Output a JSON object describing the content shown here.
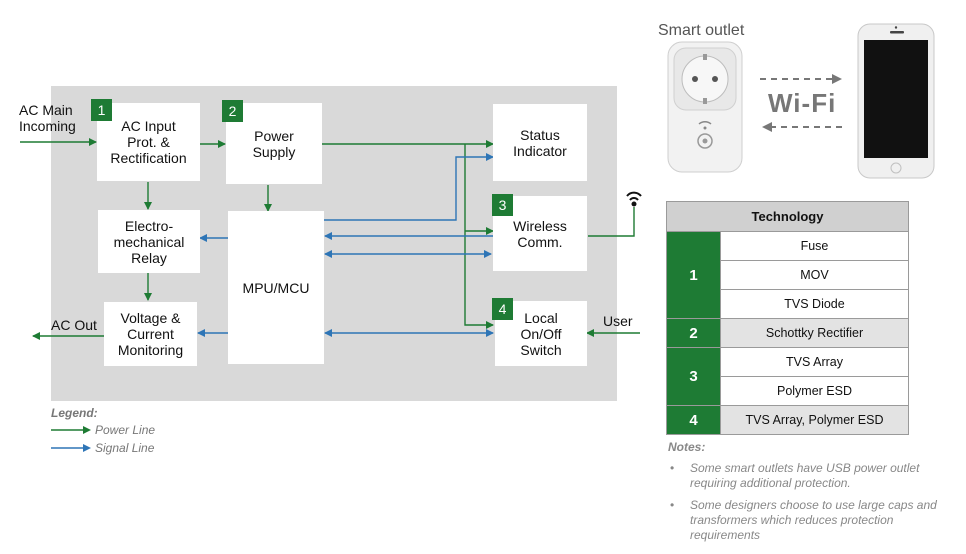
{
  "blocks": {
    "ac_input": "AC Input\nProt. &\nRectification",
    "power_supply": "Power\nSupply",
    "relay": "Electro-\nmechanical\nRelay",
    "voltage_monitor": "Voltage &\nCurrent\nMonitoring",
    "mcu": "MPU/MCU",
    "status": "Status\nIndicator",
    "wireless": "Wireless\nComm.",
    "switch": "Local\nOn/Off\nSwitch"
  },
  "badges": {
    "ac_input": "1",
    "power_supply": "2",
    "wireless": "3",
    "switch": "4"
  },
  "external": {
    "ac_main": "AC Main\nIncoming",
    "ac_out": "AC Out",
    "user": "User"
  },
  "legend": {
    "title": "Legend:",
    "power": "Power Line",
    "signal": "Signal Line"
  },
  "colors": {
    "power_line": "#1e7b34",
    "signal_line": "#2e75b6",
    "badge": "#1e7b34"
  },
  "smart_outlet": {
    "title": "Smart outlet",
    "link": "Wi-Fi"
  },
  "table": {
    "header": "Technology",
    "rows": [
      {
        "group": "1",
        "item": "Fuse"
      },
      {
        "group": "1",
        "item": "MOV"
      },
      {
        "group": "1",
        "item": "TVS Diode"
      },
      {
        "group": "2",
        "item": "Schottky Rectifier"
      },
      {
        "group": "3",
        "item": "TVS Array"
      },
      {
        "group": "3",
        "item": "Polymer ESD"
      },
      {
        "group": "4",
        "item": "TVS Array, Polymer ESD"
      }
    ]
  },
  "notes": {
    "title": "Notes:",
    "items": [
      "Some smart outlets have USB power outlet requiring additional protection.",
      "Some designers choose to use large caps and transformers which reduces protection requirements"
    ]
  }
}
